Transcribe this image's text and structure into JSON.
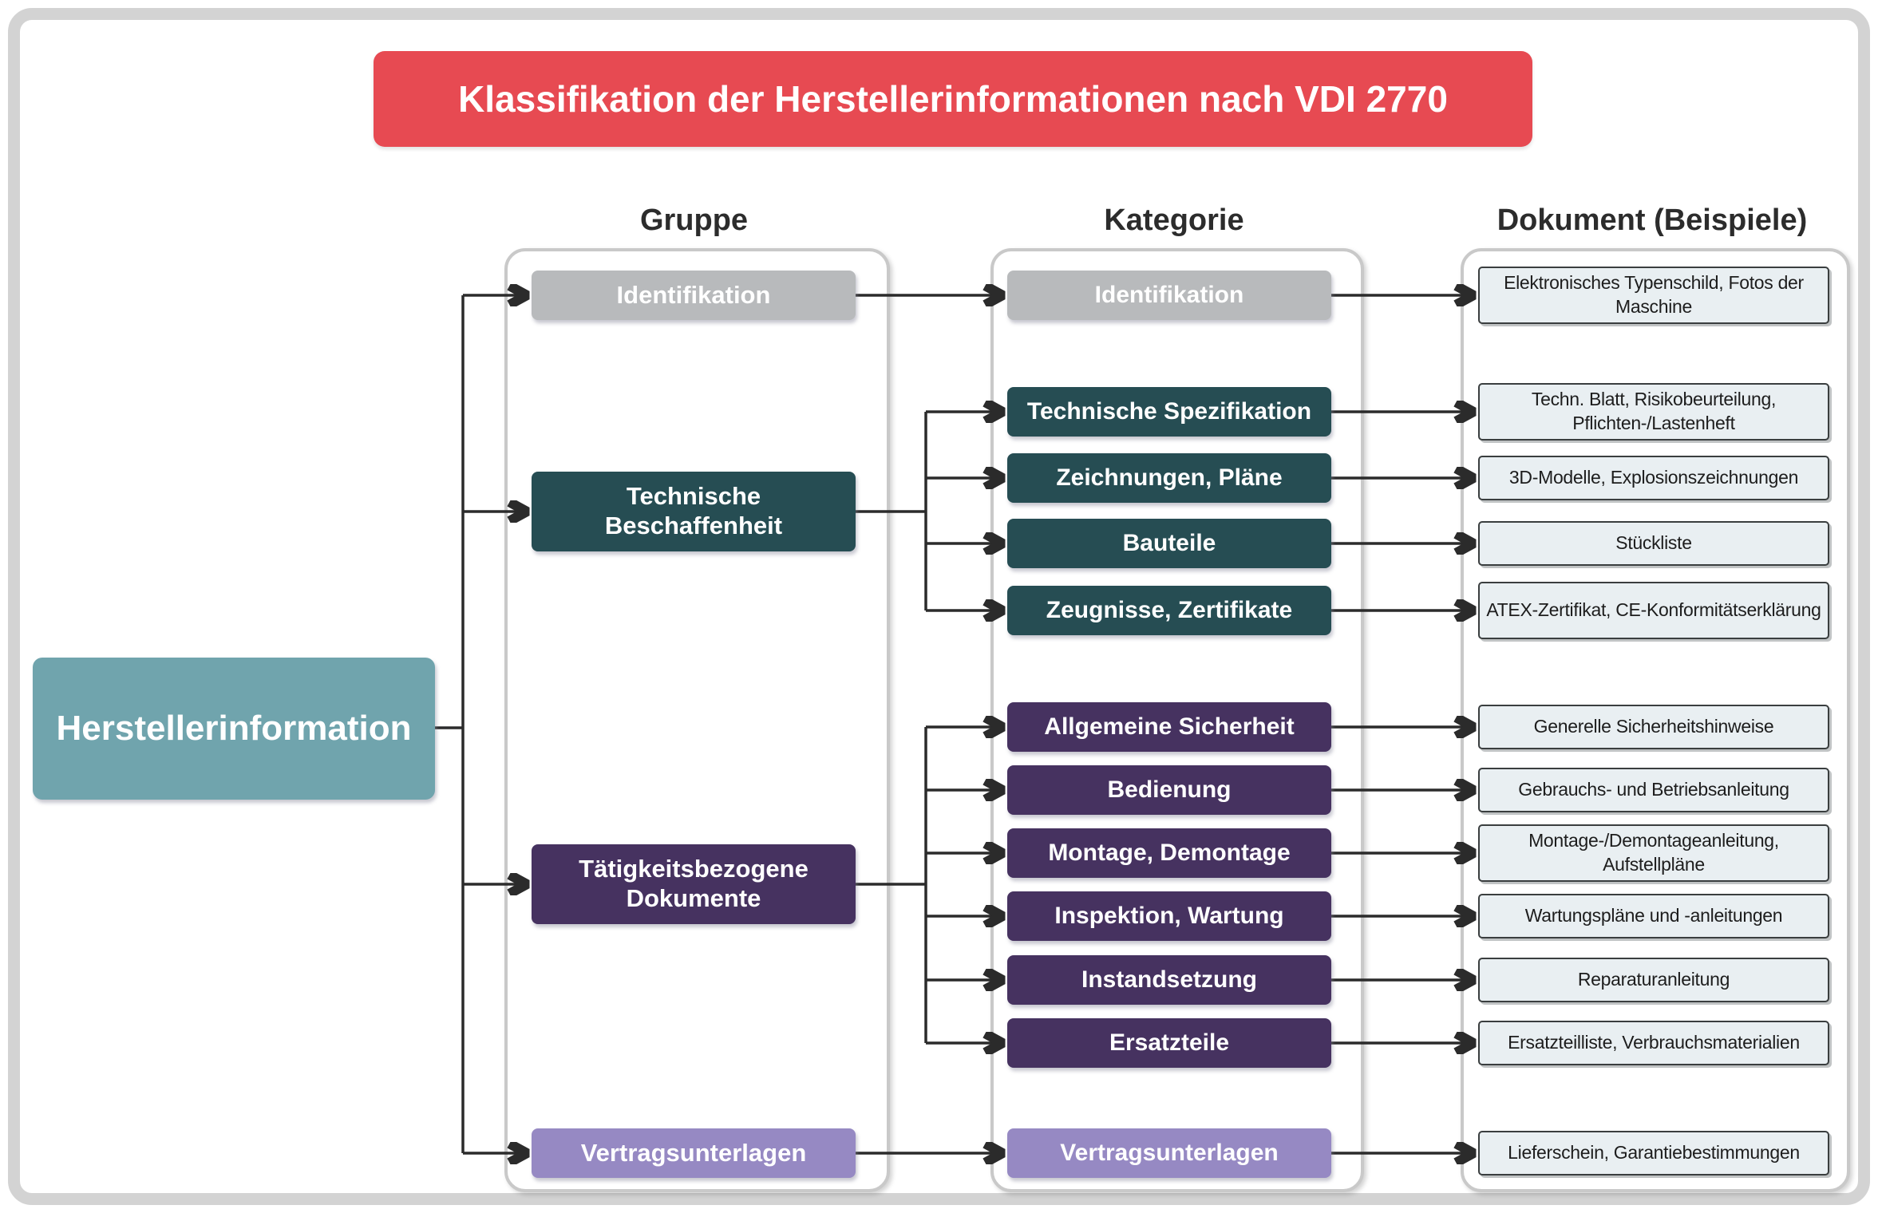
{
  "title": "Klassifikation der Herstellerinformationen nach VDI 2770",
  "column_headers": {
    "gruppe": "Gruppe",
    "kategorie": "Kategorie",
    "dokument": "Dokument (Beispiele)"
  },
  "root_label": "Herstellerinformation",
  "groups": [
    {
      "label": "Identifikation"
    },
    {
      "label": "Technische Beschaffenheit"
    },
    {
      "label": "Tätigkeitsbezogene Dokumente"
    },
    {
      "label": "Vertragsunterlagen"
    }
  ],
  "rows": [
    {
      "category": "Identifikation",
      "document": "Elektronisches Typenschild, Fotos der Maschine"
    },
    {
      "category": "Technische Spezifikation",
      "document": "Techn. Blatt, Risikobeurteilung, Pflichten-/Lastenheft"
    },
    {
      "category": "Zeichnungen, Pläne",
      "document": "3D-Modelle, Explosionszeichnungen"
    },
    {
      "category": "Bauteile",
      "document": "Stückliste"
    },
    {
      "category": "Zeugnisse, Zertifikate",
      "document": "ATEX-Zertifikat, CE-Konformitätserklärung"
    },
    {
      "category": "Allgemeine Sicherheit",
      "document": "Generelle Sicherheitshinweise"
    },
    {
      "category": "Bedienung",
      "document": "Gebrauchs- und Betriebsanleitung"
    },
    {
      "category": "Montage, Demontage",
      "document": "Montage-/Demontageanleitung, Aufstellpläne"
    },
    {
      "category": "Inspektion, Wartung",
      "document": "Wartungspläne und -anleitungen"
    },
    {
      "category": "Instandsetzung",
      "document": "Reparaturanleitung"
    },
    {
      "category": "Ersatzteile",
      "document": "Ersatzteilliste, Verbrauchsmaterialien"
    },
    {
      "category": "Vertragsunterlagen",
      "document": "Lieferschein, Garantiebestimmungen"
    }
  ],
  "colors": {
    "banner": "#e74a52",
    "root": "#70a4ad",
    "gray": "#b8babc",
    "teal": "#264d53",
    "purple": "#463260",
    "lilac": "#9689c3",
    "doc_fill": "#e9eff2",
    "line": "#2b2b2b"
  }
}
